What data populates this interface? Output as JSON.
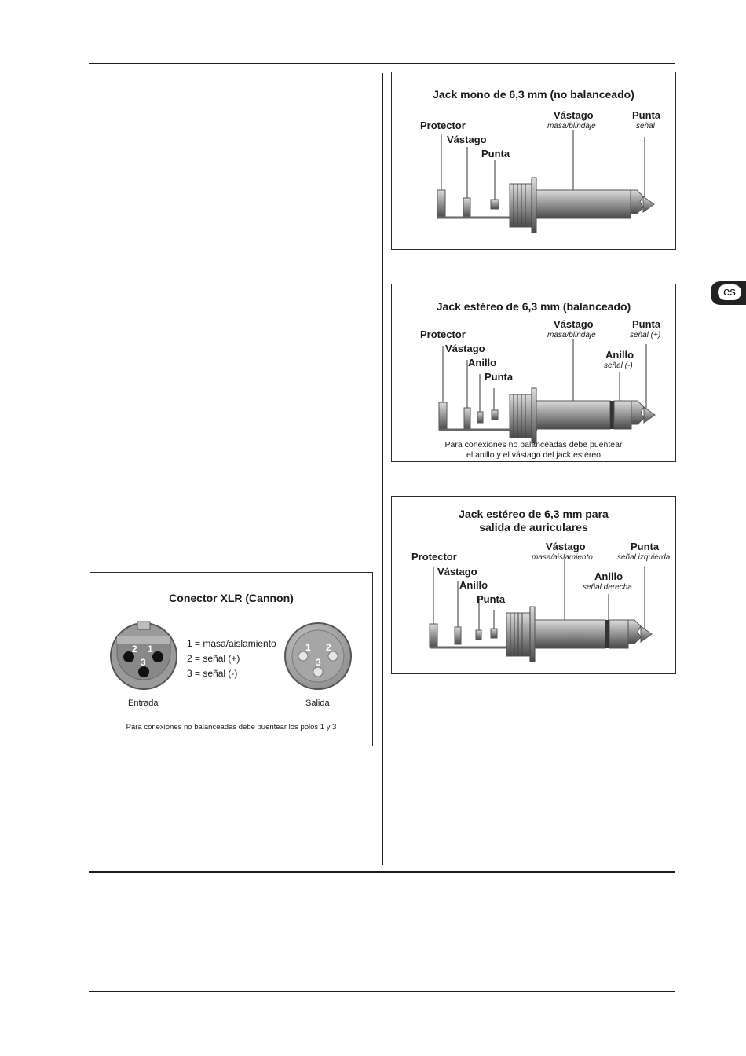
{
  "language_tab": "es",
  "mono_jack": {
    "title": "Jack mono de 6,3 mm (no balanceado)",
    "protector": "Protector",
    "vastago_left": "Vástago",
    "punta_left": "Punta",
    "vastago": "Vástago",
    "vastago_sub": "masa/blindaje",
    "punta": "Punta",
    "punta_sub": "señal"
  },
  "stereo_jack": {
    "title": "Jack estéreo de 6,3 mm (balanceado)",
    "protector": "Protector",
    "vastago_left": "Vástago",
    "anillo_left": "Anillo",
    "punta_left": "Punta",
    "vastago": "Vástago",
    "vastago_sub": "masa/blindaje",
    "punta": "Punta",
    "punta_sub": "señal (+)",
    "anillo": "Anillo",
    "anillo_sub": "señal (-)",
    "note_line1": "Para conexiones no balanceadas debe puentear",
    "note_line2": "el anillo y el vástago del jack estéreo"
  },
  "headphone_jack": {
    "title_line1": "Jack estéreo de 6,3 mm para",
    "title_line2": "salida de auriculares",
    "protector": "Protector",
    "vastago_left": "Vástago",
    "anillo_left": "Anillo",
    "punta_left": "Punta",
    "vastago": "Vástago",
    "vastago_sub": "masa/aislamiento",
    "punta": "Punta",
    "punta_sub": "señal izquierda",
    "anillo": "Anillo",
    "anillo_sub": "señal derecha"
  },
  "xlr": {
    "title": "Conector XLR (Cannon)",
    "legend": [
      "1 = masa/aislamiento",
      "2 = señal (+)",
      "3 = señal (-)"
    ],
    "input_label": "Entrada",
    "output_label": "Salida",
    "input_pins": [
      "2",
      "1",
      "3"
    ],
    "output_pins": [
      "1",
      "2",
      "3"
    ],
    "note": "Para conexiones no balanceadas debe puentear los polos 1 y 3"
  }
}
